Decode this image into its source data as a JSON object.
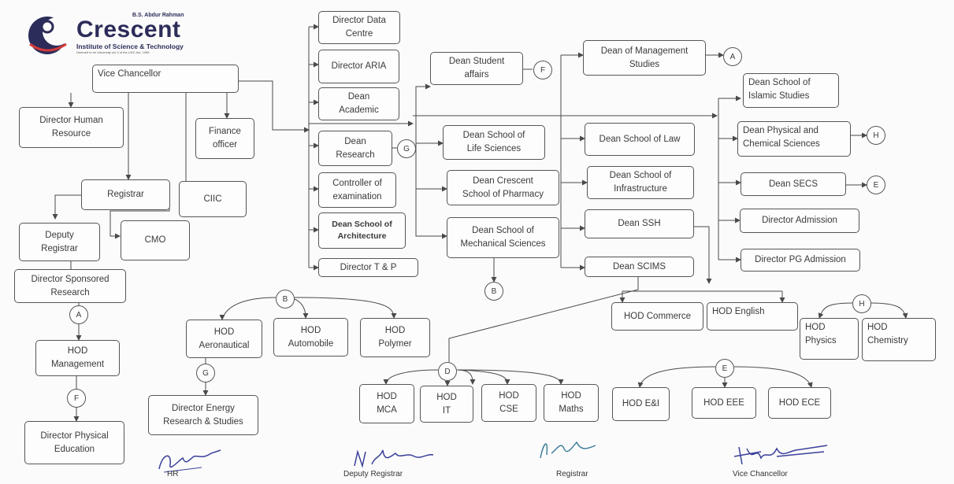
{
  "logo": {
    "founder": "B.S. Abdur Rahman",
    "name": "Crescent",
    "subtitle": "Institute of Science & Technology",
    "tagline": "Deemed to be University u/s 3 of the UGC Act, 1956"
  },
  "nodes": {
    "vice_chancellor": "Vice Chancellor",
    "director_hr": "Director Human\nResource",
    "finance_officer": "Finance\nofficer",
    "registrar": "Registrar",
    "ciic": "CIIC",
    "deputy_registrar": "Deputy\nRegistrar",
    "cmo": "CMO",
    "director_sponsored_research": "Director Sponsored\nResearch",
    "hod_management": "HOD\nManagement",
    "director_physical_education": "Director Physical\nEducation",
    "director_data_centre": "Director Data\nCentre",
    "director_aria": "Director ARIA",
    "dean_academic": "Dean\nAcademic",
    "dean_research": "Dean\nResearch",
    "controller_examination": "Controller of\nexamination",
    "dean_school_architecture": "Dean School of\nArchitecture",
    "director_tp": "Director T & P",
    "dean_student_affairs": "Dean Student\naffairs",
    "dean_life_sciences": "Dean School of\nLife Sciences",
    "dean_pharmacy": "Dean Crescent\nSchool of Pharmacy",
    "dean_mechanical": "Dean School of\nMechanical Sciences",
    "dean_management_studies": "Dean of Management\nStudies",
    "dean_law": "Dean School of Law",
    "dean_infrastructure": "Dean School of\nInfrastructure",
    "dean_ssh": "Dean SSH",
    "dean_scims": "Dean SCIMS",
    "dean_islamic_studies": "Dean School of\nIslamic Studies",
    "dean_physical_chemical": "Dean Physical and\nChemical Sciences",
    "dean_secs": "Dean SECS",
    "director_admission": "Director Admission",
    "director_pg_admission": "Director PG Admission",
    "hod_aeronautical": "HOD\nAeronautical",
    "hod_automobile": "HOD\nAutomobile",
    "hod_polymer": "HOD\nPolymer",
    "director_energy_research": "Director Energy\nResearch & Studies",
    "hod_commerce": "HOD Commerce",
    "hod_english": "HOD English",
    "hod_physics": "HOD\nPhysics",
    "hod_chemistry": "HOD\nChemistry",
    "hod_mca": "HOD\nMCA",
    "hod_it": "HOD\nIT",
    "hod_cse": "HOD\nCSE",
    "hod_maths": "HOD\nMaths",
    "hod_ei": "HOD E&I",
    "hod_eee": "HOD EEE",
    "hod_ece": "HOD ECE"
  },
  "connectors": {
    "a": "A",
    "b": "B",
    "d": "D",
    "e": "E",
    "f": "F",
    "g": "G",
    "h": "H"
  },
  "signatures": {
    "hr": "HR",
    "deputy_registrar": "Deputy Registrar",
    "registrar": "Registrar",
    "vice_chancellor": "Vice Chancellor"
  },
  "colors": {
    "line": "#4a4a4a",
    "logo_navy": "#2c2c5a",
    "logo_red": "#d33a3a",
    "ink": "#3a3f9a"
  }
}
